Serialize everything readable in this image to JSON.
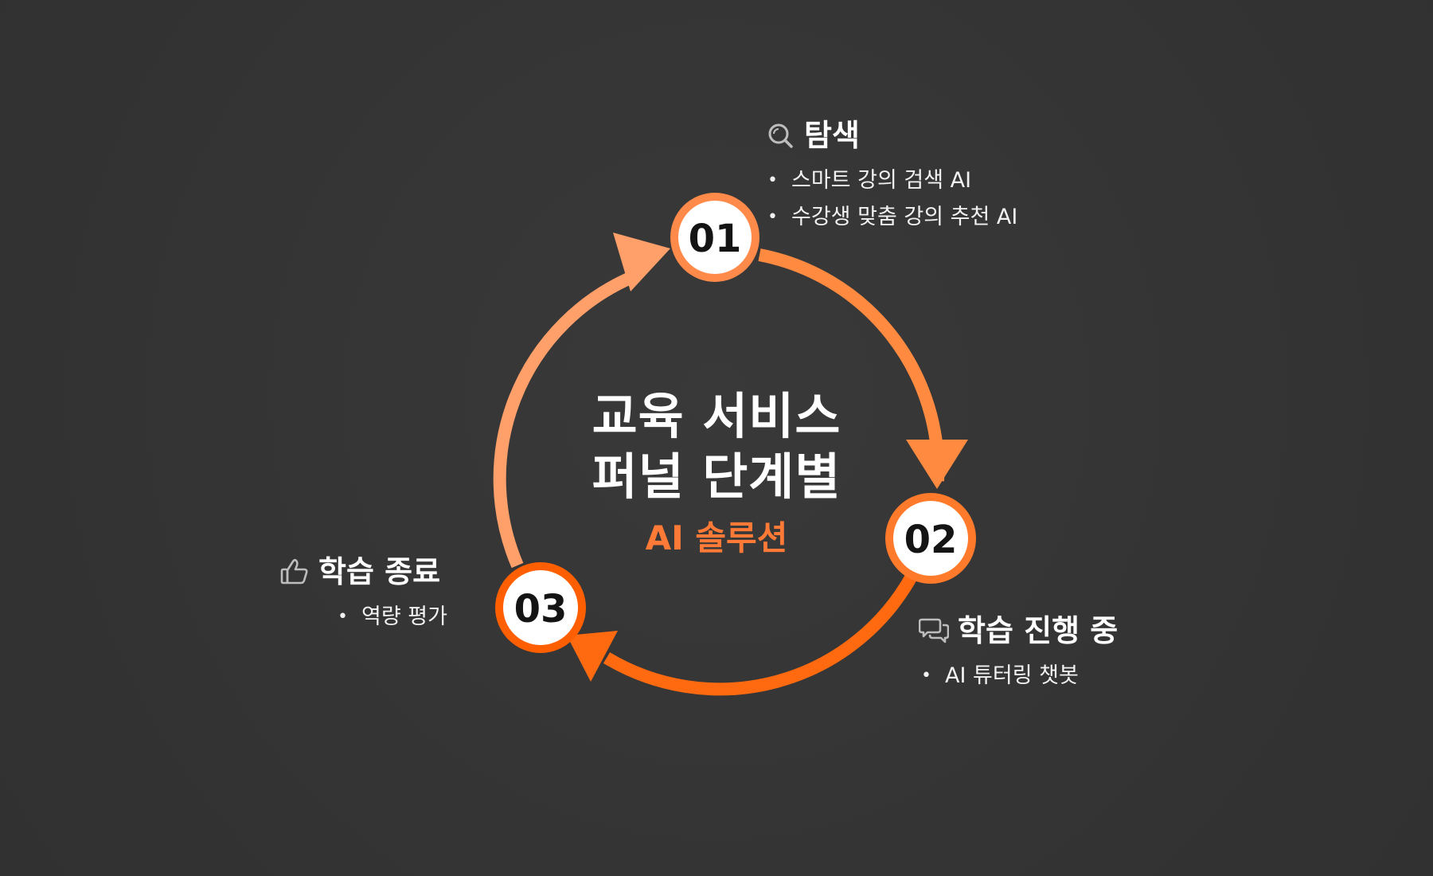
{
  "center": {
    "title_line1": "교육 서비스",
    "title_line2": "퍼널 단계별",
    "subtitle": "AI 솔루션"
  },
  "stages": [
    {
      "number": "01",
      "title": "탐색",
      "icon": "search-icon",
      "items": [
        "스마트 강의 검색 AI",
        "수강생 맞춤 강의 추천 AI"
      ]
    },
    {
      "number": "02",
      "title": "학습 진행 중",
      "icon": "chat-bubbles-icon",
      "items": [
        "AI 튜터링 챗봇"
      ]
    },
    {
      "number": "03",
      "title": "학습 종료",
      "icon": "thumbs-up-icon",
      "items": [
        "역량 평가"
      ]
    }
  ],
  "colors": {
    "background": "#353535",
    "accent": "#ff7a36",
    "accent_light": "#ffa06a",
    "accent_dark": "#ff5f00",
    "text": "#ffffff",
    "number_text": "#141414"
  }
}
